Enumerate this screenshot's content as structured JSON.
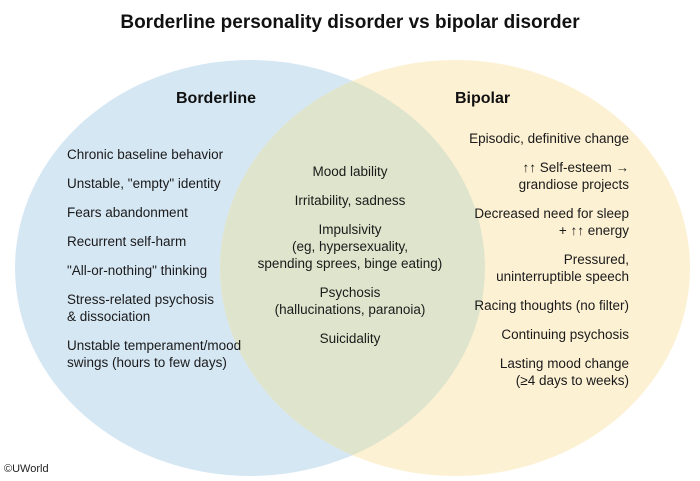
{
  "title": "Borderline personality disorder vs bipolar disorder",
  "colors": {
    "left_circle": "#d6e7f4",
    "right_circle": "#fdf1d4",
    "overlap": "#dfe4cc"
  },
  "borderline": {
    "label": "Borderline",
    "items": [
      [
        "Chronic baseline behavior"
      ],
      [
        "Unstable, \"empty\" identity"
      ],
      [
        "Fears abandonment"
      ],
      [
        "Recurrent self-harm"
      ],
      [
        "\"All-or-nothing\" thinking"
      ],
      [
        "Stress-related psychosis",
        "& dissociation"
      ],
      [
        "Unstable temperament/mood",
        "swings (hours to few days)"
      ]
    ]
  },
  "shared": {
    "items": [
      [
        "Mood lability"
      ],
      [
        "Irritability, sadness"
      ],
      [
        "Impulsivity",
        "(eg, hypersexuality,",
        "spending sprees, binge eating)"
      ],
      [
        "Psychosis",
        "(hallucinations, paranoia)"
      ],
      [
        "Suicidality"
      ]
    ]
  },
  "bipolar": {
    "label": "Bipolar",
    "items": [
      [
        "Episodic, definitive change"
      ],
      [
        "↑↑ Self-esteem →",
        "grandiose projects"
      ],
      [
        "Decreased need for sleep",
        "+ ↑↑ energy"
      ],
      [
        "Pressured,",
        "uninterruptible speech"
      ],
      [
        "Racing thoughts (no filter)"
      ],
      [
        "Continuing psychosis"
      ],
      [
        "Lasting mood change",
        "(≥4 days to weeks)"
      ]
    ]
  },
  "copyright": "©UWorld"
}
